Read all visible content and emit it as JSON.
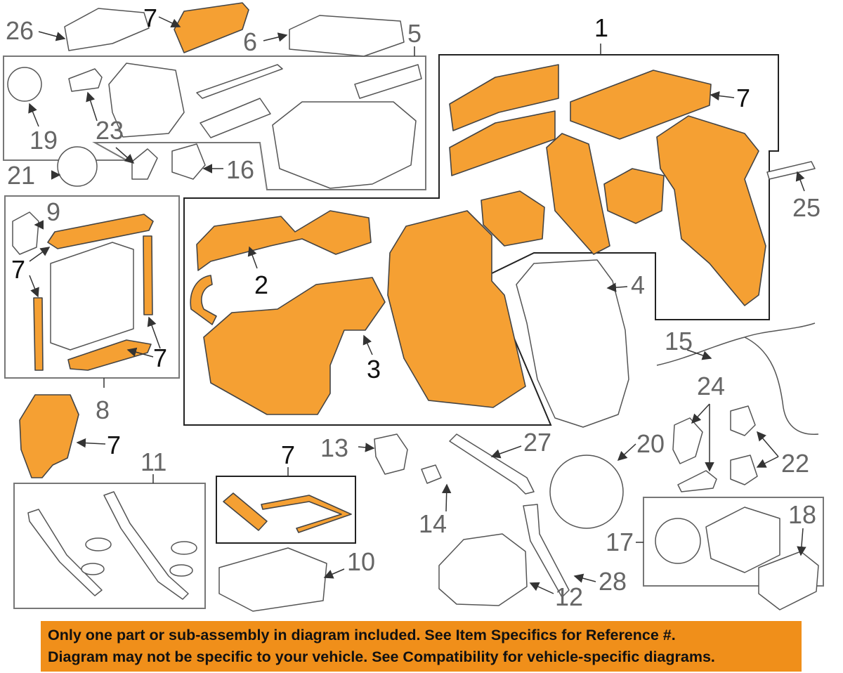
{
  "colors": {
    "highlight": "#f5a033",
    "part_line": "#444444",
    "callout_dark": "#111111",
    "callout_grey": "#666666",
    "banner_bg": "#f08f1a"
  },
  "callouts": {
    "c26": "26",
    "c7_top": "7",
    "c6": "6",
    "c5": "5",
    "c1": "1",
    "c7_right": "7",
    "c19": "19",
    "c23": "23",
    "c21": "21",
    "c16": "16",
    "c25": "25",
    "c9": "9",
    "c7_leftgroup": "7",
    "c7_leftgroup_b": "7",
    "c2": "2",
    "c4": "4",
    "c3": "3",
    "c15": "15",
    "c24": "24",
    "c8": "8",
    "c7_seal": "7",
    "c11": "11",
    "c7_kit": "7",
    "c13": "13",
    "c27": "27",
    "c20": "20",
    "c22": "22",
    "c14": "14",
    "c17": "17",
    "c18": "18",
    "c10": "10",
    "c12": "12",
    "c28": "28"
  },
  "banner": {
    "line1": "Only one part or sub-assembly in diagram included. See Item Specifics for Reference #.",
    "line2": "Diagram may not be specific to your vehicle. See Compatibility for vehicle-specific diagrams."
  }
}
